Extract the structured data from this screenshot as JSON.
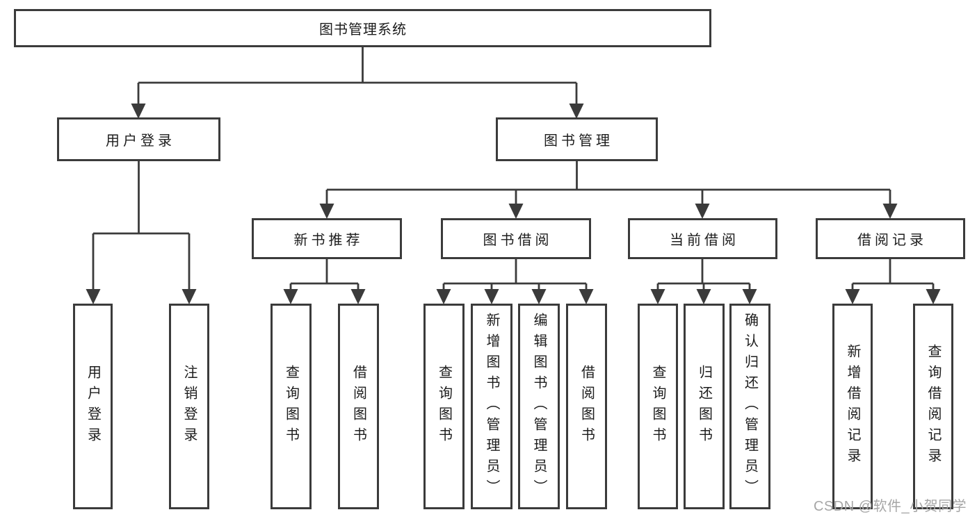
{
  "diagram": {
    "tree": {
      "root": {
        "label": "图书管理系统",
        "children": [
          {
            "label": "用户登录",
            "children": [
              {
                "label": "用户登录"
              },
              {
                "label": "注销登录"
              }
            ]
          },
          {
            "label": "图书管理",
            "children": [
              {
                "label": "新书推荐",
                "children": [
                  {
                    "label": "查询图书"
                  },
                  {
                    "label": "借阅图书"
                  }
                ]
              },
              {
                "label": "图书借阅",
                "children": [
                  {
                    "label": "查询图书"
                  },
                  {
                    "label": "新增图书（管理员）"
                  },
                  {
                    "label": "编辑图书（管理员）"
                  },
                  {
                    "label": "借阅图书"
                  }
                ]
              },
              {
                "label": "当前借阅",
                "children": [
                  {
                    "label": "查询图书"
                  },
                  {
                    "label": "归还图书"
                  },
                  {
                    "label": "确认归还（管理员）"
                  }
                ]
              },
              {
                "label": "借阅记录",
                "children": [
                  {
                    "label": "新增借阅记录"
                  },
                  {
                    "label": "查询借阅记录"
                  }
                ]
              }
            ]
          }
        ]
      }
    },
    "colors": {
      "line": "#3b3b3b",
      "text": "#1c1c1c",
      "watermark": "#a6a6a6",
      "background": "#ffffff"
    }
  },
  "watermark": {
    "text": "CSDN @软件_小贺同学"
  }
}
